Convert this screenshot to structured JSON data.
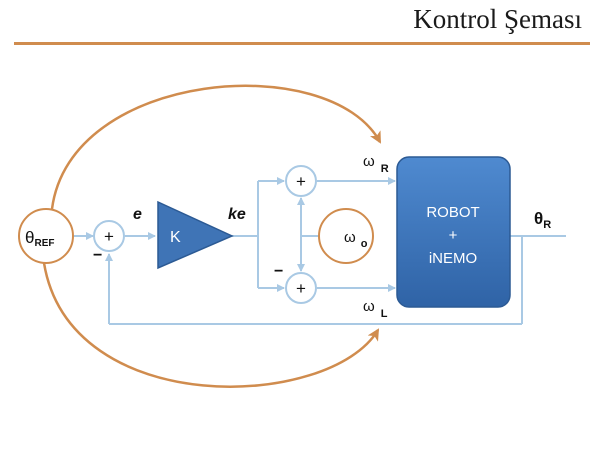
{
  "slide": {
    "title": "Kontrol Şeması"
  },
  "diagram": {
    "input": {
      "symbol": "θ",
      "sub": "REF"
    },
    "output": {
      "symbol": "θ",
      "sub": "R"
    },
    "sum_main": {
      "plus": "+",
      "minus": "−"
    },
    "sum_right": {
      "plus": "+"
    },
    "sum_left": {
      "plus": "+",
      "minus": "−"
    },
    "error_label": "e",
    "gain_block": "K",
    "gain_output_label": "ke",
    "omega_r": {
      "symbol": "ω",
      "sub": "R"
    },
    "omega_l": {
      "symbol": "ω",
      "sub": "L"
    },
    "omega_o": {
      "symbol": "ω",
      "sub": "o"
    },
    "plant": {
      "line1": "ROBOT",
      "line2": "+",
      "line3": "iNEMO"
    },
    "colors": {
      "signal_line": "#a9c9e4",
      "block_fill": "#3f74b6",
      "annotation": "#d08c4e"
    }
  }
}
